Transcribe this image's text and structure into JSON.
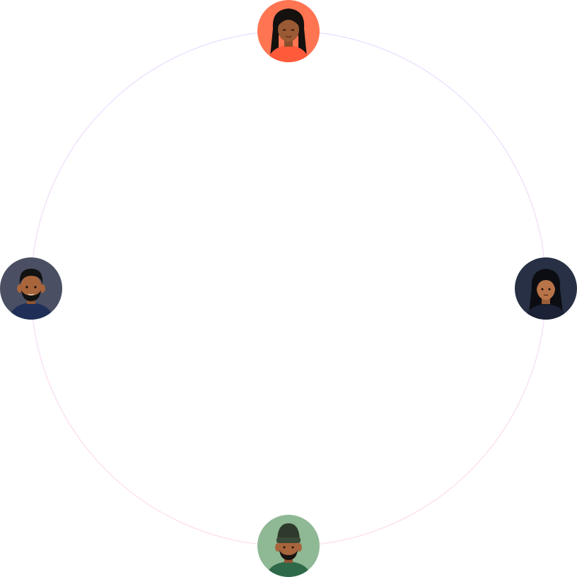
{
  "ring": {
    "gradient_top": "#e9dcff",
    "gradient_bottom": "#ffdcea"
  },
  "avatars": [
    {
      "position": "top",
      "icon": "woman-long-black-hair-avatar-icon",
      "background": "#ff7552",
      "skin": "#9a5a34",
      "hair": "#15110f",
      "shirt": "#ff5a3a"
    },
    {
      "position": "left",
      "icon": "bearded-man-avatar-icon",
      "background": "#4a4f63",
      "skin": "#a8653c",
      "hair": "#121212",
      "shirt": "#1f2f58"
    },
    {
      "position": "right",
      "icon": "woman-dark-hair-avatar-icon",
      "background": "#273044",
      "skin": "#b87448",
      "hair": "#0c0d12",
      "shirt": "#1b2236"
    },
    {
      "position": "bottom",
      "icon": "man-beanie-avatar-icon",
      "background": "#8fb894",
      "skin": "#a8653c",
      "hair": "#2d3a2c",
      "shirt": "#2e6a4a"
    }
  ]
}
